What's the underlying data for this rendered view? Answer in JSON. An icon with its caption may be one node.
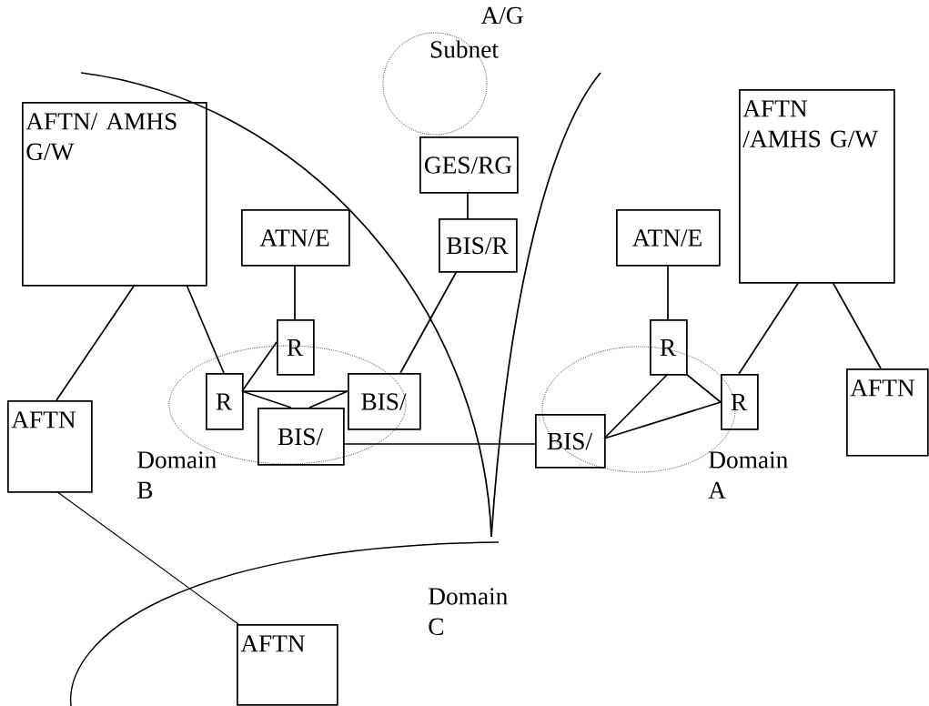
{
  "diagram": {
    "nodes": [
      {
        "text": [
          "A/G",
          "Subnet"
        ]
      },
      {
        "text": [
          "AFTN/ AMHS G/W"
        ]
      },
      {
        "text": [
          "GES/RG"
        ]
      },
      {
        "text": [
          "ATN/E"
        ]
      },
      {
        "text": [
          "BIS/R"
        ]
      },
      {
        "text": [
          "R"
        ]
      },
      {
        "text": [
          "ATN/E"
        ]
      },
      {
        "text": [
          "AFTN /AMHS G/W"
        ]
      },
      {
        "text": [
          "R"
        ]
      },
      {
        "text": [
          "BIS/"
        ]
      },
      {
        "text": [
          "R"
        ]
      },
      {
        "text": [
          "AFTN"
        ]
      },
      {
        "text": [
          "BIS/"
        ]
      },
      {
        "text": [
          "BIS/"
        ]
      },
      {
        "text": [
          "R"
        ]
      },
      {
        "text": [
          "AFTN"
        ]
      },
      {
        "text": [
          "AFTN"
        ]
      }
    ],
    "edges": [
      {
        "from": 2,
        "to": 4,
        "arrow": "none"
      },
      {
        "from": 3,
        "to": 5,
        "arrow": "none"
      },
      {
        "from": 1,
        "to": 8,
        "arrow": "none"
      },
      {
        "from": 1,
        "to": 11,
        "arrow": "none"
      },
      {
        "from": 5,
        "to": 8,
        "arrow": "none"
      },
      {
        "from": 8,
        "to": 9,
        "arrow": "none"
      },
      {
        "from": 8,
        "to": 12,
        "arrow": "none"
      },
      {
        "from": 12,
        "to": 9,
        "arrow": "none"
      },
      {
        "from": 4,
        "to": 9,
        "arrow": "none"
      },
      {
        "from": 12,
        "to": 13,
        "arrow": "none"
      },
      {
        "from": 6,
        "to": 10,
        "arrow": "none"
      },
      {
        "from": 10,
        "to": 13,
        "arrow": "none"
      },
      {
        "from": 10,
        "to": 14,
        "arrow": "none"
      },
      {
        "from": 13,
        "to": 14,
        "arrow": "none"
      },
      {
        "from": 7,
        "to": 14,
        "arrow": "none"
      },
      {
        "from": 7,
        "to": 15,
        "arrow": "none"
      },
      {
        "from": 11,
        "to": 16,
        "arrow": "none"
      }
    ],
    "labels": [
      "Domain B",
      "Domain A",
      "Domain C"
    ]
  }
}
